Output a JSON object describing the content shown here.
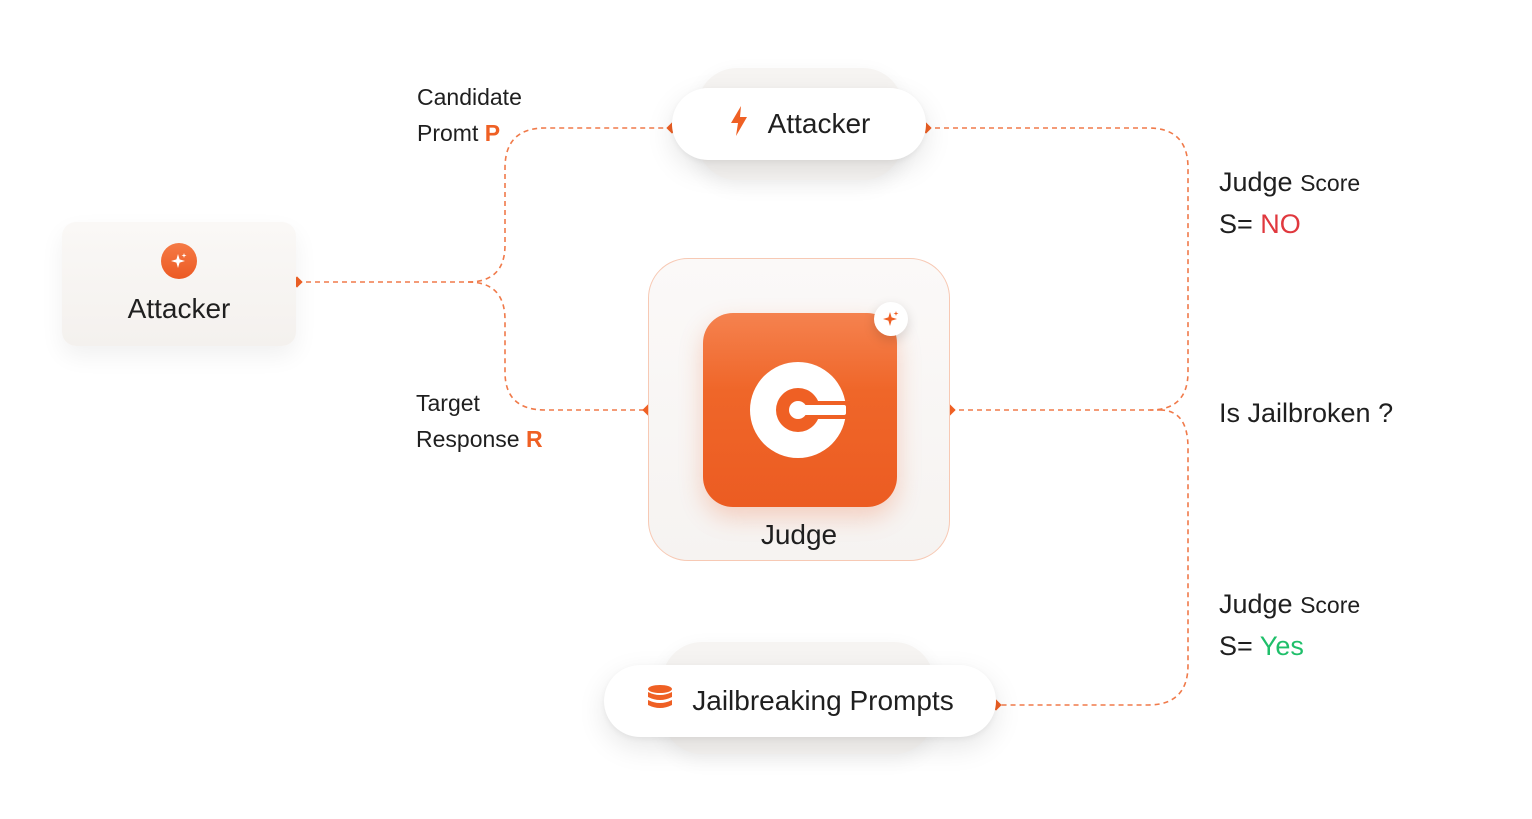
{
  "nodes": {
    "attacker_left": {
      "label": "Attacker",
      "icon": "sparkle-icon"
    },
    "attacker_top": {
      "label": "Attacker",
      "icon": "lightning-icon"
    },
    "judge": {
      "label": "Judge",
      "icon": "logo-c-icon",
      "badge_icon": "sparkle-icon"
    },
    "jailbreaking_prompts": {
      "label": "Jailbreaking Prompts",
      "icon": "database-icon"
    }
  },
  "edge_labels": {
    "candidate_line1": "Candidate",
    "candidate_line2": "Promt",
    "candidate_var": "P",
    "target_line1": "Target",
    "target_line2": "Response",
    "target_var": "R"
  },
  "outcomes": {
    "top": {
      "judge": "Judge",
      "score": "Score",
      "prefix": "S=",
      "value": "NO"
    },
    "middle": {
      "question": "Is Jailbroken ?"
    },
    "bottom": {
      "judge": "Judge",
      "score": "Score",
      "prefix": "S=",
      "value": "Yes"
    }
  },
  "colors": {
    "accent": "#ef6024",
    "no": "#e0383e",
    "yes": "#1fbf6a",
    "connector": "#f07a4a"
  }
}
